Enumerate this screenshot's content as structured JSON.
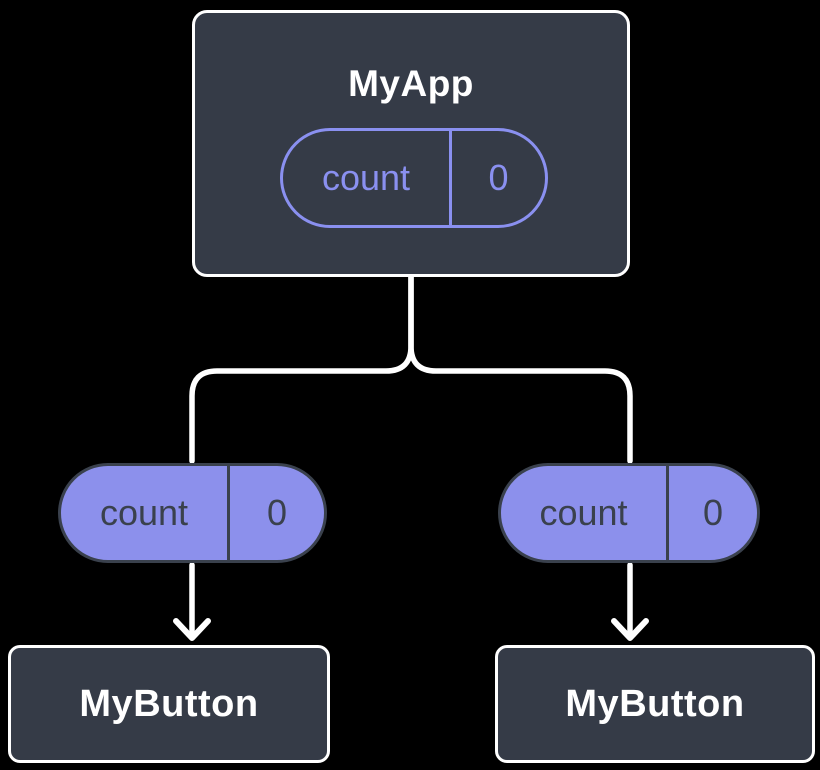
{
  "tree": {
    "root": {
      "title": "MyApp",
      "state": {
        "name": "count",
        "value": "0"
      }
    },
    "children": [
      {
        "title": "MyButton",
        "prop": {
          "name": "count",
          "value": "0"
        }
      },
      {
        "title": "MyButton",
        "prop": {
          "name": "count",
          "value": "0"
        }
      }
    ]
  },
  "colors": {
    "background": "#000000",
    "node_fill": "#353B47",
    "node_border": "#FFFFFF",
    "state_pill_outline": "#8A90F0",
    "prop_pill_fill": "#8C90EC",
    "prop_pill_dark": "#3A414D",
    "connector": "#FFFFFF"
  }
}
